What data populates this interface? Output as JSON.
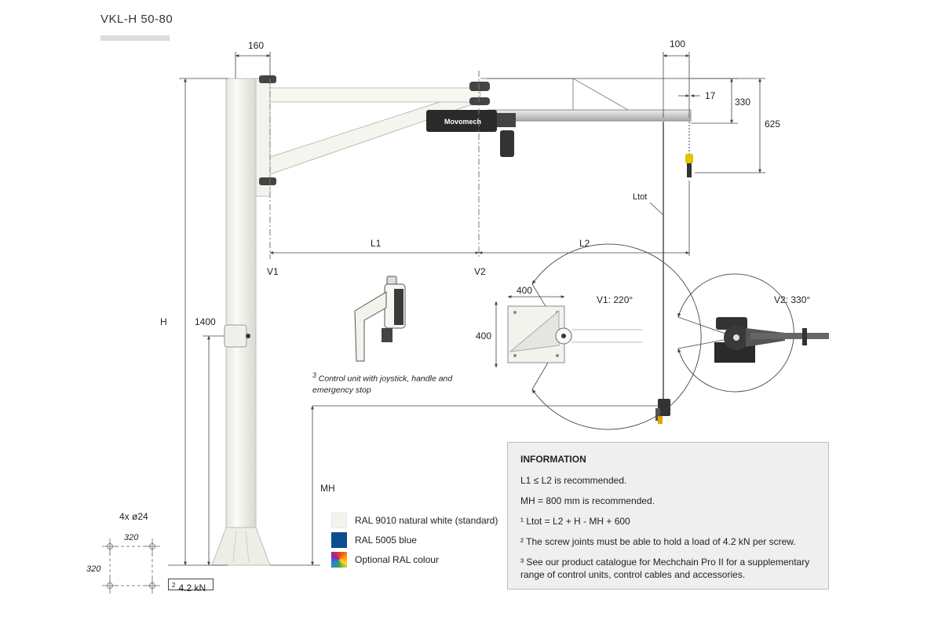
{
  "page": {
    "title": "VKL-H 50-80"
  },
  "dimensions": {
    "d160": "160",
    "d100": "100",
    "d17": "17",
    "d330": "330",
    "d625": "625",
    "ltot": "Ltot",
    "h": "H",
    "d1400": "1400",
    "l1": "L1",
    "l2": "L2",
    "v1": "V1",
    "v2": "V2",
    "mh": "MH",
    "base_bolts": "4x ø24",
    "base_320_h": "320",
    "base_320_v": "320",
    "base_plate_400_h": "400",
    "base_plate_400_v": "400",
    "v1_angle": "V1: 220°",
    "v2_angle": "V2: 330°"
  },
  "caption": {
    "sup": "3",
    "text": "Control unit with joystick, handle and emergency stop"
  },
  "legend": [
    {
      "label": "RAL 9010 natural white (standard)",
      "color": "#f4f4ef"
    },
    {
      "label": "RAL 5005 blue",
      "color": "#0e4d8f"
    },
    {
      "label": "Optional RAL colour",
      "color": "multi"
    }
  ],
  "load": {
    "sup": "2",
    "value": "4.2 kN"
  },
  "info": {
    "title": "INFORMATION",
    "lines": [
      "L1 ≤ L2 is recommended.",
      "MH = 800 mm is recommended.",
      "¹ Ltot = L2 + H - MH + 600",
      "² The screw joints must be able to hold a load of 4.2 kN per screw.",
      "³ See our product catalogue for Mechchain Pro II for a supplementary range of control units, control cables and accessories."
    ]
  },
  "brand": {
    "hoist_label": "Movomech"
  },
  "colors": {
    "crane_white": "#f4f4ef",
    "hoist_dark": "#2a2a2a",
    "line": "#555555"
  }
}
